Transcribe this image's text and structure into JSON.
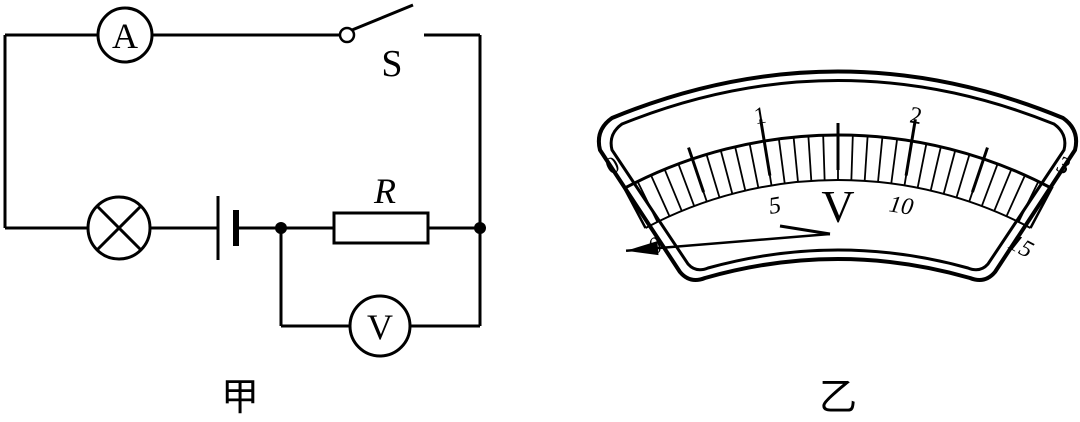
{
  "circuit": {
    "ammeter_symbol": "A",
    "voltmeter_symbol": "V",
    "switch_label": "S",
    "resistor_label": "R",
    "caption": "甲"
  },
  "meter": {
    "caption": "乙",
    "unit_symbol": "V",
    "outer_scale_labels": [
      "0",
      "1",
      "2",
      "3"
    ],
    "inner_scale_labels": [
      "0",
      "5",
      "10",
      "15"
    ],
    "pointer_reading_small_scale": 0
  }
}
